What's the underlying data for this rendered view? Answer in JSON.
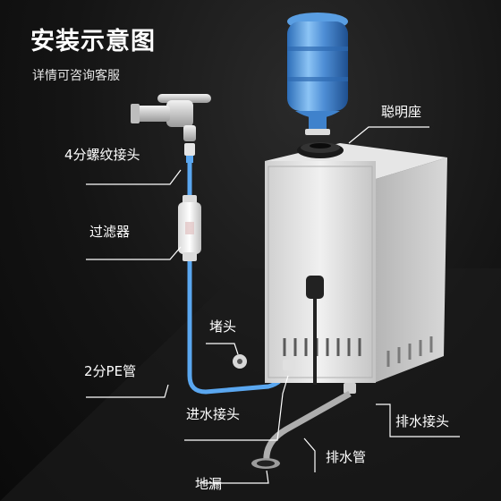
{
  "header": {
    "title": "安装示意图",
    "subtitle": "详情可咨询客服"
  },
  "labels": {
    "smart_seat": "聪明座",
    "connector_4": "4分螺纹接头",
    "filter": "过滤器",
    "plug": "堵头",
    "pe_pipe": "2分PE管",
    "inlet": "进水接头",
    "outlet": "排水接头",
    "drain_pipe": "排水管",
    "floor_drain": "地漏"
  },
  "colors": {
    "background": "#141414",
    "text": "#ffffff",
    "water_bottle": "#4f8fd6",
    "pe_pipe": "#5aa7f0",
    "machine_body": "#d9d9d9"
  }
}
